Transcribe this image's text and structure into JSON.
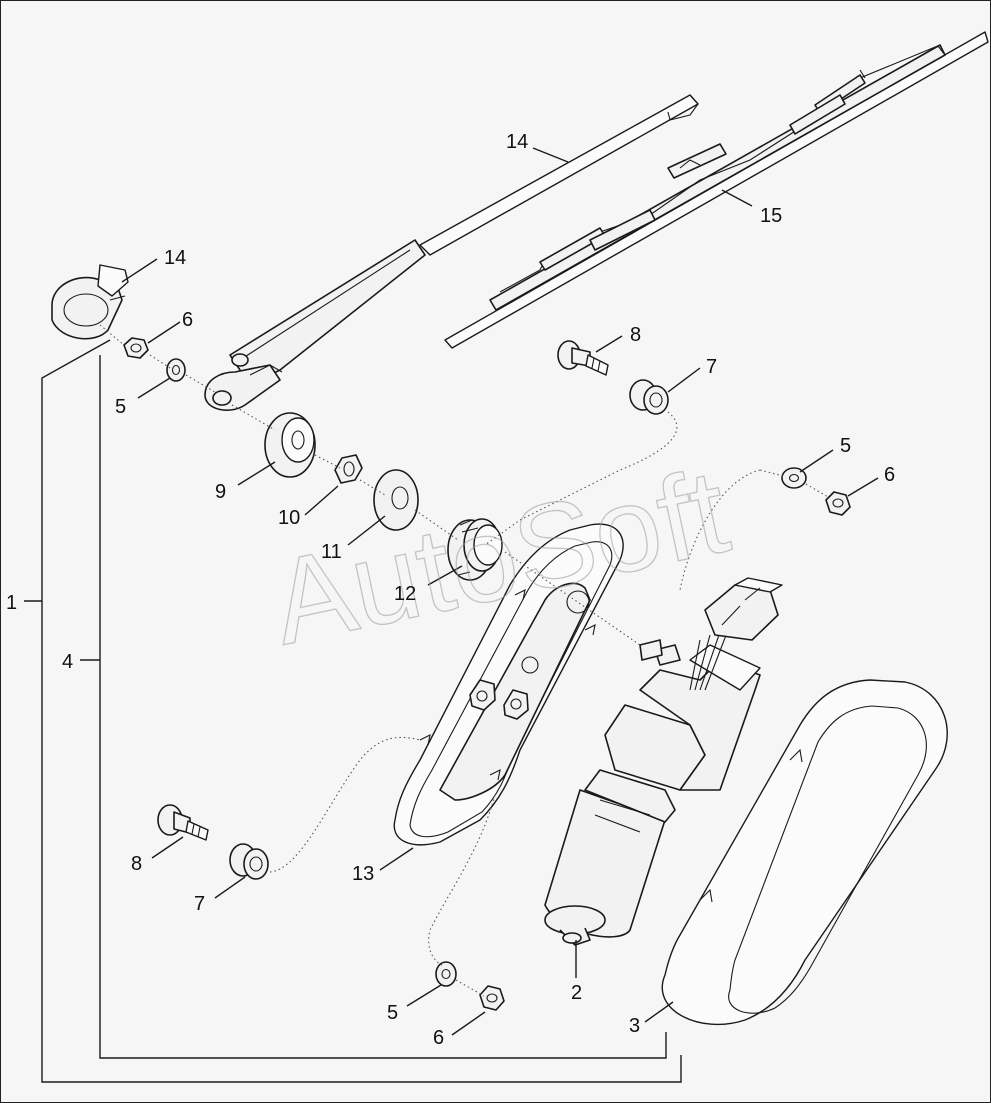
{
  "watermark": "AutoSoft",
  "callouts": [
    {
      "id": "c14a",
      "label": "14"
    },
    {
      "id": "c15",
      "label": "15"
    },
    {
      "id": "c14b",
      "label": "14"
    },
    {
      "id": "c6a",
      "label": "6"
    },
    {
      "id": "c5a",
      "label": "5"
    },
    {
      "id": "c8a",
      "label": "8"
    },
    {
      "id": "c7a",
      "label": "7"
    },
    {
      "id": "c9",
      "label": "9"
    },
    {
      "id": "c10",
      "label": "10"
    },
    {
      "id": "c11",
      "label": "11"
    },
    {
      "id": "c12",
      "label": "12"
    },
    {
      "id": "c5b",
      "label": "5"
    },
    {
      "id": "c6b",
      "label": "6"
    },
    {
      "id": "c1",
      "label": "1"
    },
    {
      "id": "c4",
      "label": "4"
    },
    {
      "id": "c8b",
      "label": "8"
    },
    {
      "id": "c7b",
      "label": "7"
    },
    {
      "id": "c13",
      "label": "13"
    },
    {
      "id": "c2",
      "label": "2"
    },
    {
      "id": "c5c",
      "label": "5"
    },
    {
      "id": "c6c",
      "label": "6"
    },
    {
      "id": "c3",
      "label": "3"
    }
  ]
}
